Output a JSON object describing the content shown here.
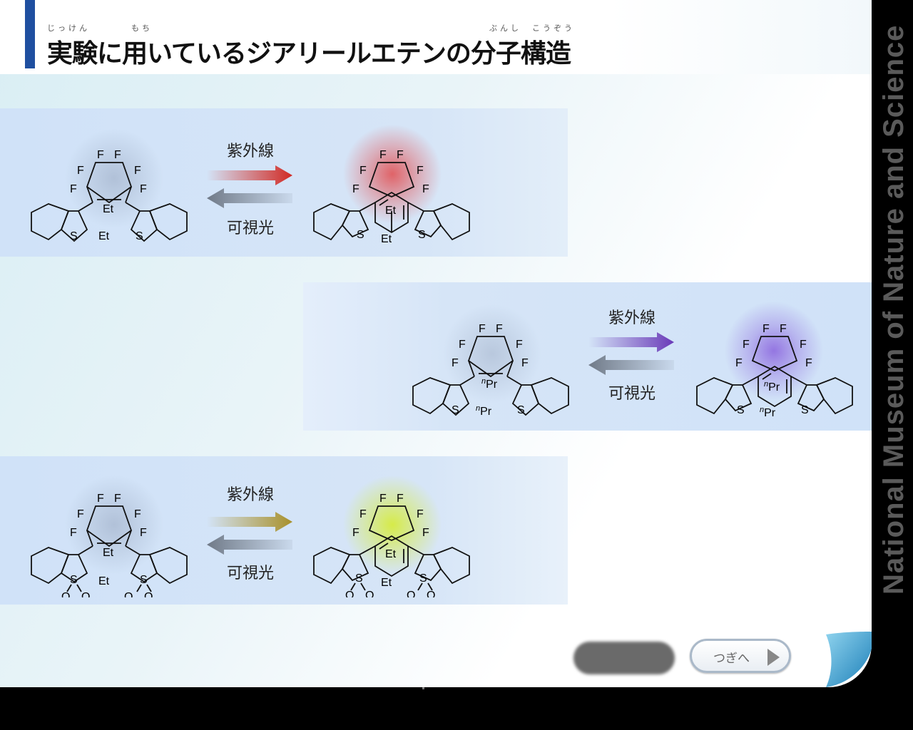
{
  "title": {
    "ruby_left": "じっけん",
    "ruby_left2": "もち",
    "ruby_right": "ぶんし　こうぞう",
    "text": "実験に用いているジアリールエテンの分子構造"
  },
  "side_title": "National Museum of Nature and Science",
  "reactions": [
    {
      "uv_label": "紫外線",
      "vis_label": "可視光",
      "substituent": "Et",
      "glow_color": "#e33838",
      "arrow_color": "#d12a24"
    },
    {
      "uv_label": "紫外線",
      "vis_label": "可視光",
      "substituent": "Pr",
      "prefix": "n",
      "glow_color": "#7a48d8",
      "arrow_color": "#6a3ab8"
    },
    {
      "uv_label": "紫外線",
      "vis_label": "可視光",
      "substituent": "Et",
      "glow_color": "#d6ec2a",
      "arrow_color": "#a8902a",
      "sulfone": "O"
    }
  ],
  "atoms": {
    "fluorine": "F",
    "sulfur": "S"
  },
  "nav": {
    "next_label": "つぎへ"
  },
  "colors": {
    "accent": "#1f4fa0",
    "background_black": "#000000",
    "button_dark": "#6a6a6a"
  }
}
